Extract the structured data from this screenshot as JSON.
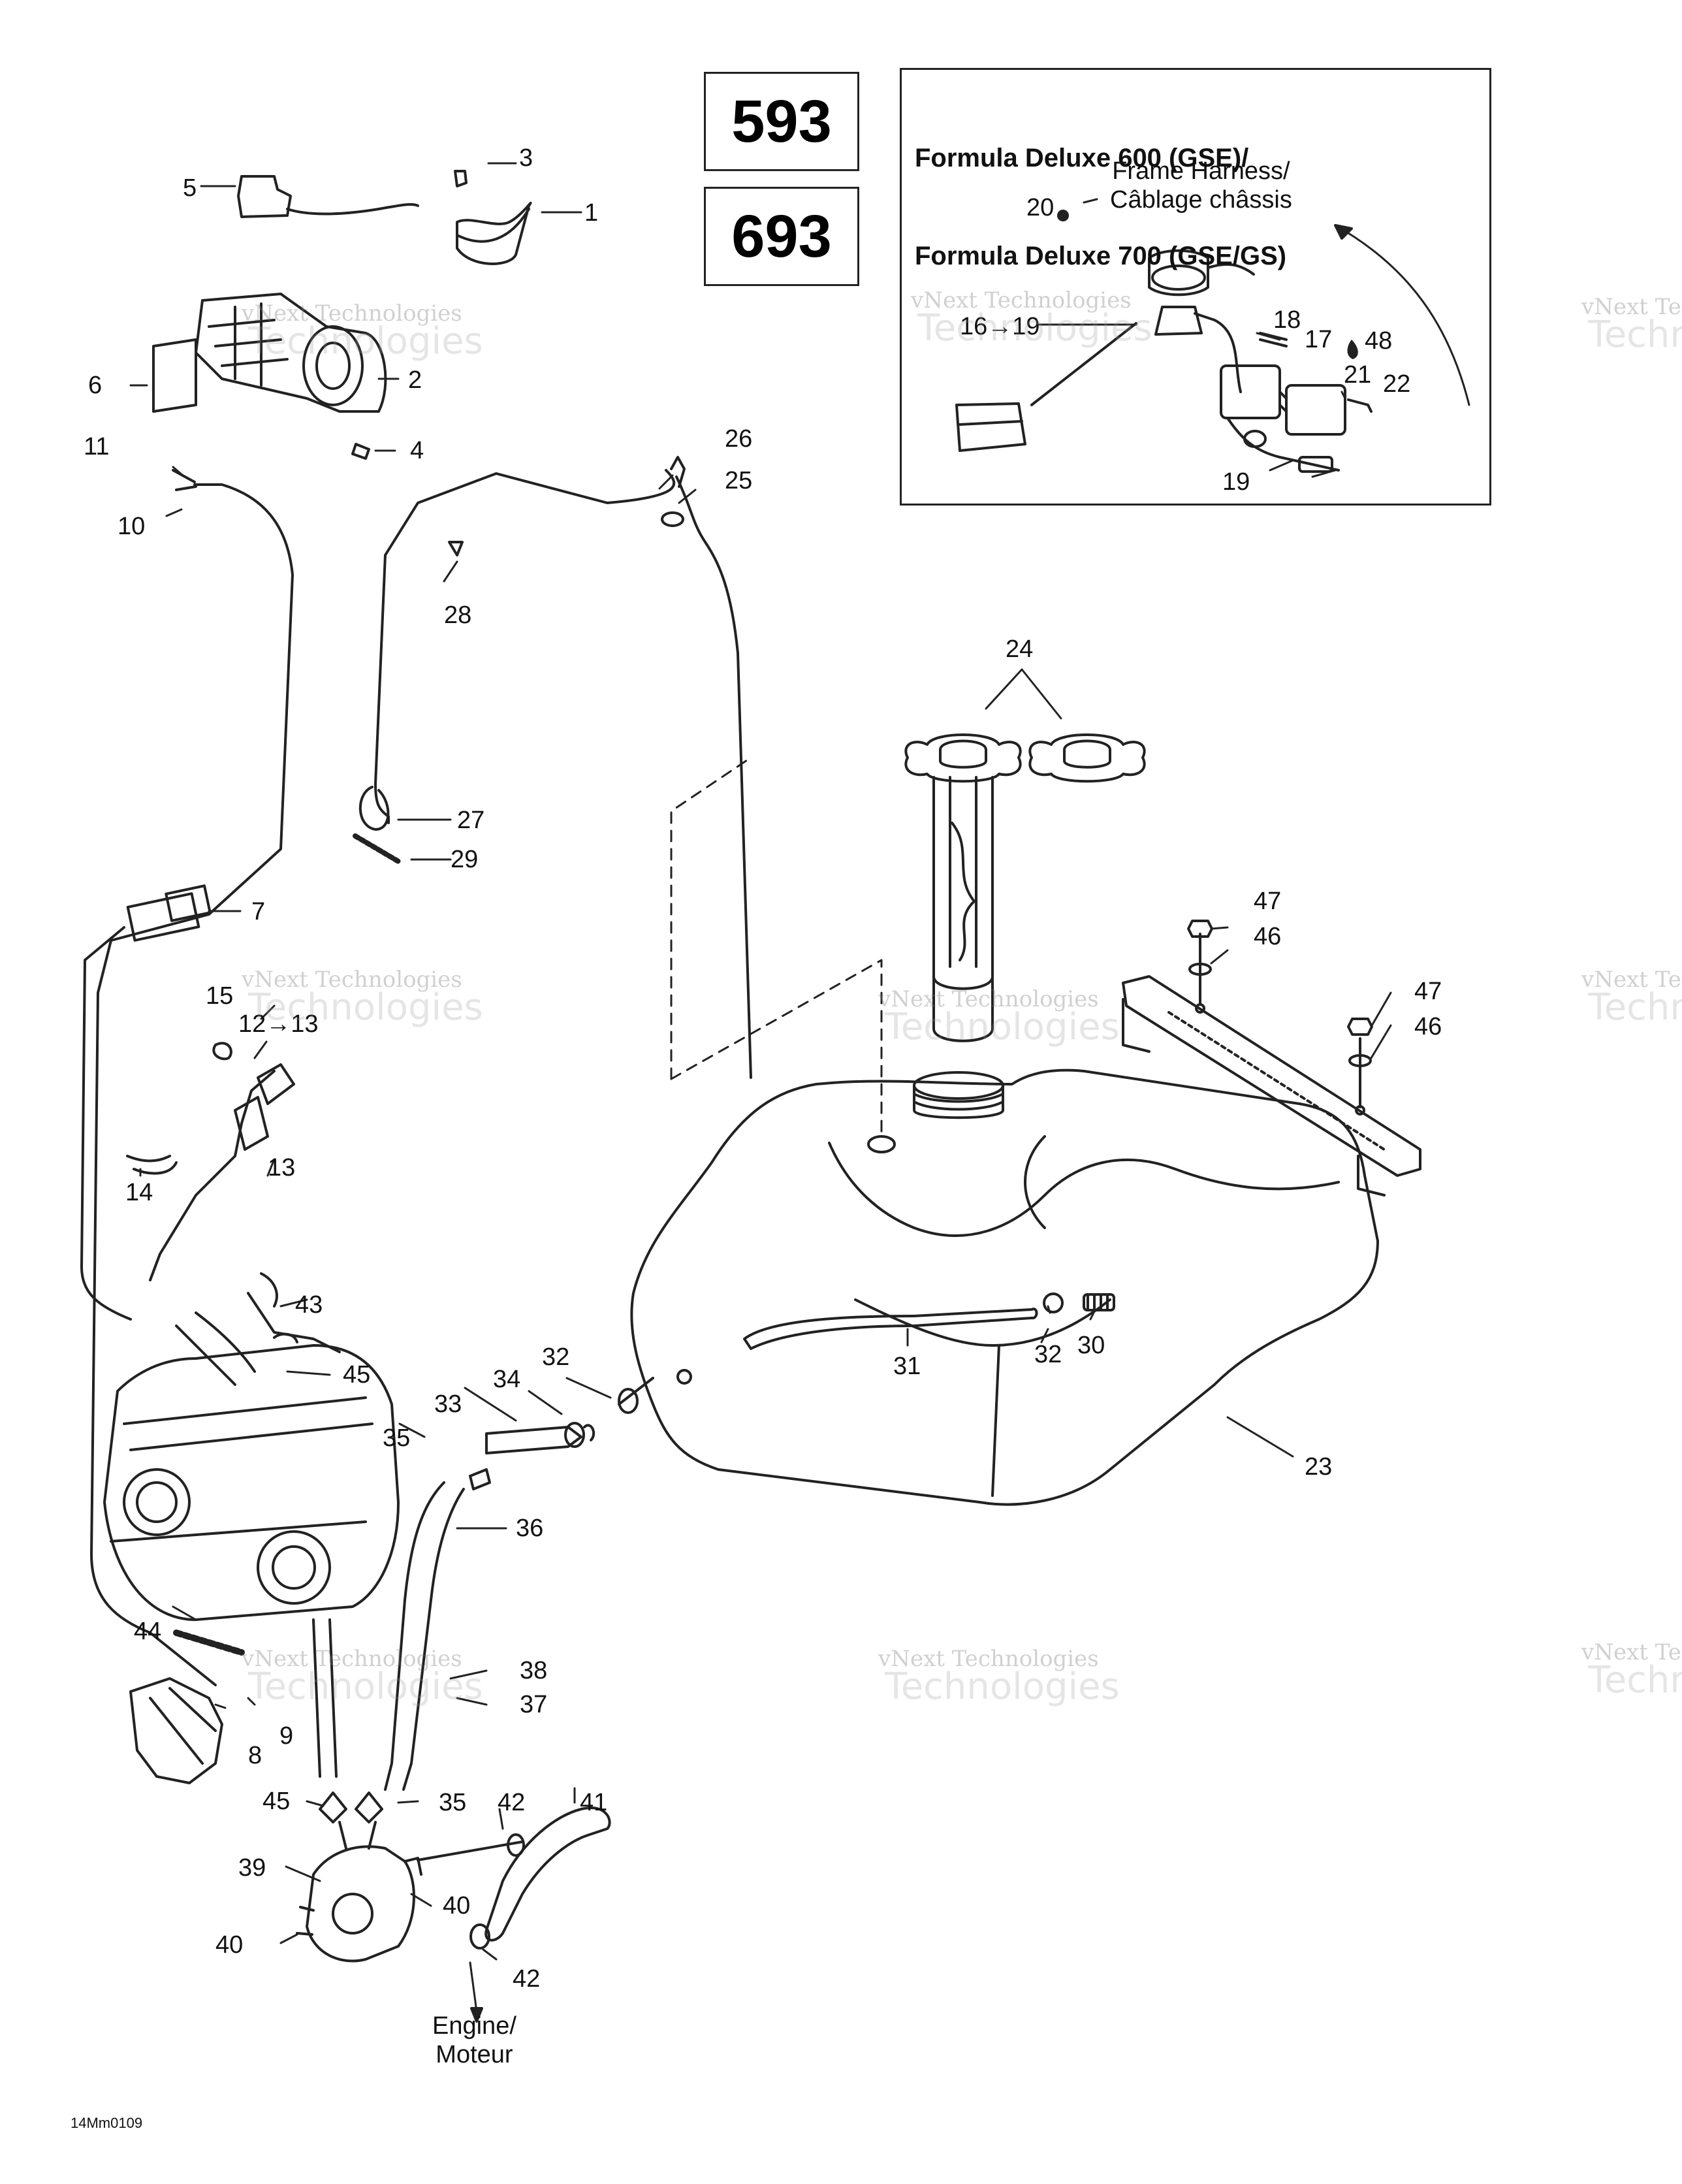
{
  "model_numbers": [
    "593",
    "693"
  ],
  "inset": {
    "title_line1": "Formula Deluxe 600 (GSE)/",
    "title_line2": "Formula Deluxe 700 (GSE/GS)",
    "harness_label_line1": "Frame Harness/",
    "harness_label_line2": "Câblage châssis"
  },
  "engine_label_line1": "Engine/",
  "engine_label_line2": "Moteur",
  "figure_code": "14Mm0109",
  "watermark": {
    "line1": "vNext Technologies",
    "line2": "Technologies"
  },
  "callouts": {
    "c1": "1",
    "c2": "2",
    "c3": "3",
    "c4": "4",
    "c5": "5",
    "c6": "6",
    "c7": "7",
    "c8": "8",
    "c9": "9",
    "c10": "10",
    "c11": "11",
    "c12_13": "12→13",
    "c13": "13",
    "c14": "14",
    "c15": "15",
    "c16_19": "16→19",
    "c17": "17",
    "c18": "18",
    "c19": "19",
    "c20": "20",
    "c21": "21",
    "c22": "22",
    "c23": "23",
    "c24": "24",
    "c25": "25",
    "c26": "26",
    "c27": "27",
    "c28": "28",
    "c29": "29",
    "c30": "30",
    "c31": "31",
    "c32a": "32",
    "c32b": "32",
    "c33": "33",
    "c34": "34",
    "c35a": "35",
    "c35b": "35",
    "c36": "36",
    "c37": "37",
    "c38": "38",
    "c39": "39",
    "c40a": "40",
    "c40b": "40",
    "c41": "41",
    "c42a": "42",
    "c42b": "42",
    "c43": "43",
    "c44": "44",
    "c45a": "45",
    "c45b": "45",
    "c46a": "46",
    "c46b": "46",
    "c47a": "47",
    "c47b": "47",
    "c48": "48"
  }
}
